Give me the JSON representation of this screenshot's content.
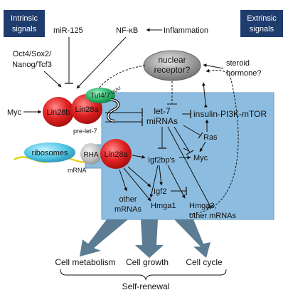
{
  "labels": {
    "intrinsic": [
      "Intrinsic",
      "signals"
    ],
    "extrinsic": [
      "Extrinsic",
      "signals"
    ],
    "mir125": "miR-125",
    "nfkb": "NF-κB",
    "inflammation": "Inflammation",
    "oct4": [
      "Oct4/Sox2/",
      "Nanog/Tcf3"
    ],
    "nuclear_receptor": [
      "nuclear",
      "receptor?"
    ],
    "steroid": [
      "steroid",
      "hormone?"
    ],
    "myc_left": "Myc",
    "lin28b": "Lin28b",
    "lin28a_top": "Lin28a",
    "tut47": [
      "Tut4/7"
    ],
    "uuu": "UUU",
    "pre_let7": "pre-let-7",
    "let7": [
      "let-7",
      "miRNAs"
    ],
    "insulin": "insulin-PI3K-mTOR",
    "ras": "Ras",
    "myc_right": "Myc",
    "ribosomes": "ribosomes",
    "rha": "RHA",
    "lin28a_bottom": "Lin28a",
    "mrna": "mRNA",
    "igf2bps": "Igf2bp's",
    "other_mrnas_left": [
      "other",
      "mRNAs"
    ],
    "igf2": "Igf2",
    "hmga1": "Hmga1",
    "hmga2": [
      "Hmga2,",
      "other mRNAs"
    ],
    "cell_metabolism": "Cell metabolism",
    "cell_growth": "Cell growth",
    "cell_cycle": "Cell cycle",
    "self_renewal": "Self-renewal"
  },
  "colors": {
    "signal_box": "#1f3c6e",
    "blue_panel": "#8cbde0",
    "lin28_red": "#e02020",
    "tut_green": "#2db36a",
    "ribosome_cyan": "#4fc6e6",
    "rha_gray": "#bdbdbd",
    "mrna_yellow": "#e6d21e",
    "receptor_gray": "#9a9a9a",
    "outcome_arrow": "#5b7c93"
  }
}
